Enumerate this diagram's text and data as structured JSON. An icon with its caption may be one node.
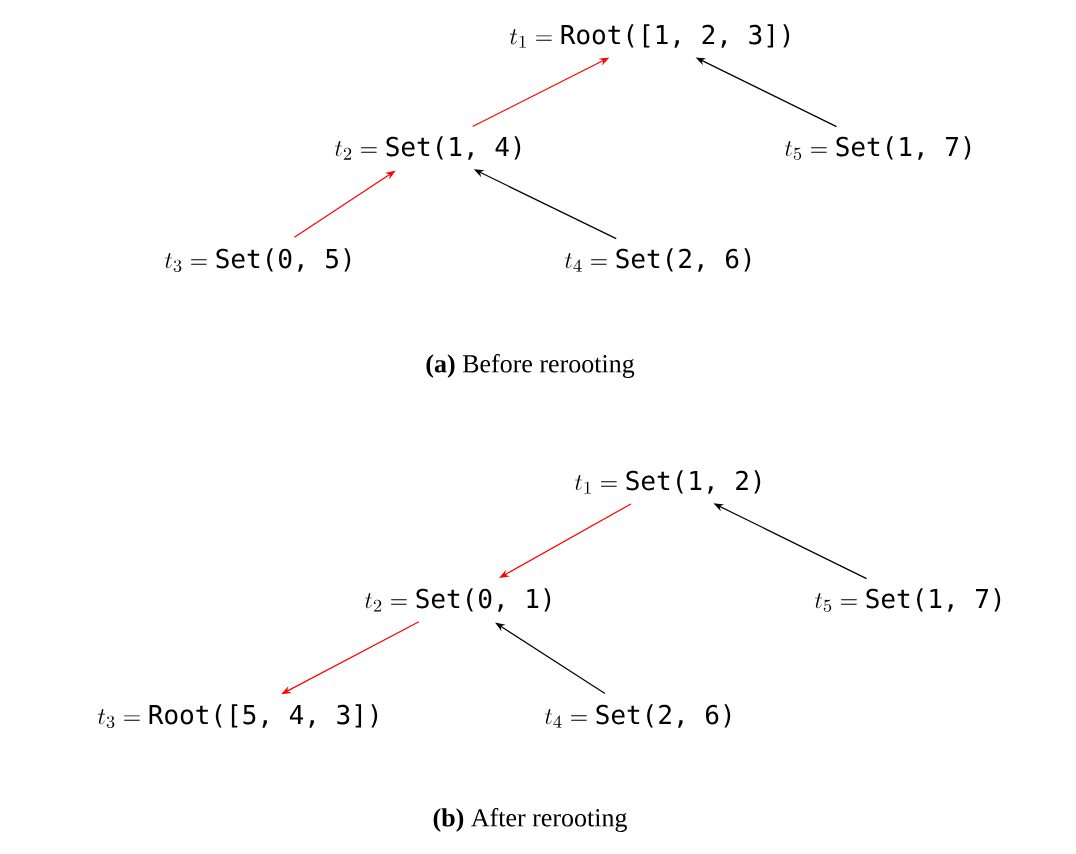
{
  "diagram": {
    "nodes": [
      {
        "text": [
          "t_1 = \\texttt{Root([1, 2, 3])}"
        ]
      },
      {
        "text": [
          "t_2 = \\texttt{Set(1, 4)}"
        ]
      },
      {
        "text": [
          "t_5 = \\texttt{Set(1, 7)}"
        ]
      },
      {
        "text": [
          "t_3 = \\texttt{Set(0, 5)}"
        ]
      },
      {
        "text": [
          "t_4 = \\texttt{Set(2, 6)}"
        ]
      },
      {
        "text": [
          "t_1 = \\texttt{Set(1, 2)}"
        ]
      },
      {
        "text": [
          "t_2 = \\texttt{Set(0, 1)}"
        ]
      },
      {
        "text": [
          "t_5 = \\texttt{Set(1, 7)}"
        ]
      },
      {
        "text": [
          "t_3 = \\texttt{Root([5, 4, 3])}"
        ]
      },
      {
        "text": [
          "t_4 = \\texttt{Set(2, 6)}"
        ]
      }
    ],
    "edges": [
      {
        "from": 3,
        "to": 1,
        "arrow": "to",
        "color": "#ff0000"
      },
      {
        "from": 1,
        "to": 0,
        "arrow": "to",
        "color": "#ff0000"
      },
      {
        "from": 4,
        "to": 1,
        "arrow": "to",
        "color": "#000000"
      },
      {
        "from": 2,
        "to": 0,
        "arrow": "to",
        "color": "#000000"
      },
      {
        "from": 5,
        "to": 6,
        "arrow": "to",
        "color": "#ff0000"
      },
      {
        "from": 6,
        "to": 8,
        "arrow": "to",
        "color": "#ff0000"
      },
      {
        "from": 9,
        "to": 6,
        "arrow": "to",
        "color": "#000000"
      },
      {
        "from": 7,
        "to": 5,
        "arrow": "to",
        "color": "#000000"
      }
    ],
    "labels": [
      "**(a)** Before rerooting",
      "**(b)** After rerooting"
    ]
  }
}
